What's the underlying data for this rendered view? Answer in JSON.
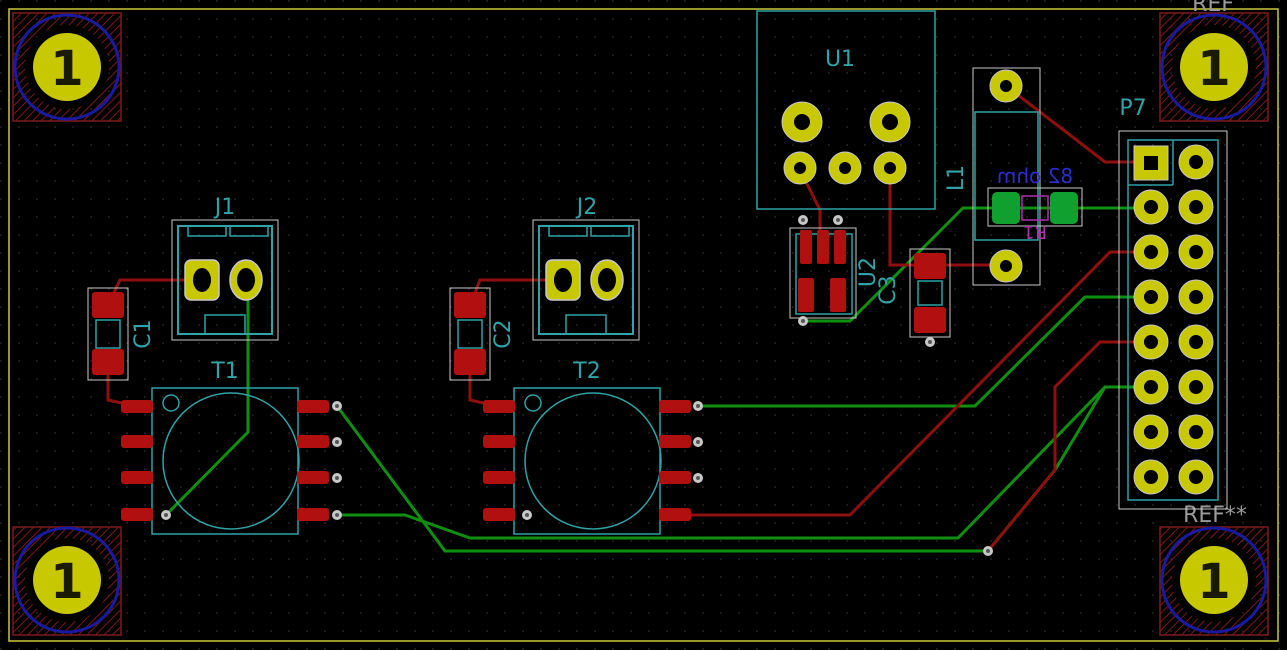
{
  "board": {
    "background": "#000000",
    "colors": {
      "edge": "#c8c83a",
      "silk": "#2fa3a6",
      "copper_front": "#8f0f0f",
      "copper_back": "#0f8f0f",
      "pad": "#c8c800",
      "smd_pad": "#b01010",
      "via": "#c8c8c8",
      "courtyard": "#7a1a1a"
    },
    "mounting_holes": [
      {
        "label": "1"
      },
      {
        "label": "1",
        "ref": "REF"
      },
      {
        "label": "1"
      },
      {
        "label": "1",
        "ref": "REF**"
      }
    ],
    "components": {
      "j1": "J1",
      "j2": "J2",
      "c1": "C1",
      "c2": "C2",
      "c3": "C3",
      "t1": "T1",
      "t2": "T2",
      "u1": "U1",
      "u2": "U2",
      "l1": "L1",
      "p7": "P7",
      "r1_value": "82 ohm",
      "r1_ref": "R1"
    }
  }
}
